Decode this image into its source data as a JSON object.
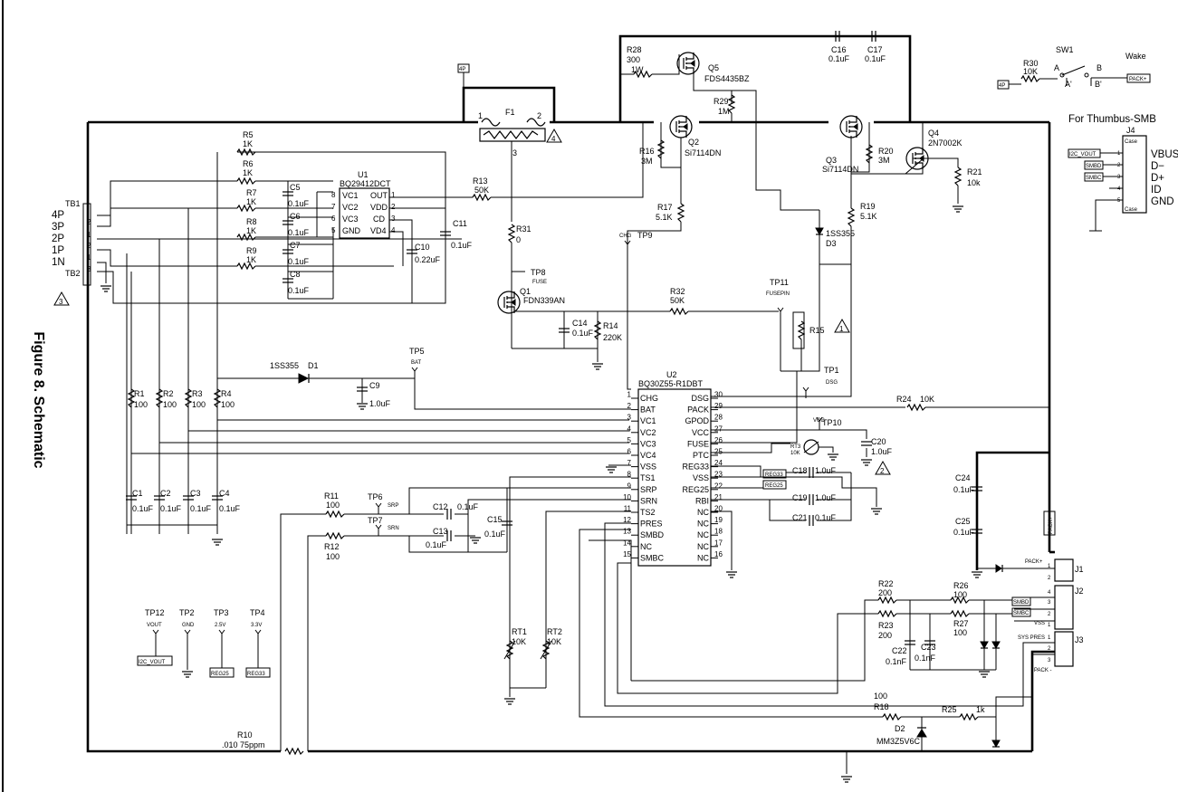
{
  "figure": {
    "title": "Figure 8. Schematic"
  },
  "header_right": {
    "wake": "Wake",
    "thumbus": "For Thumbus-SMB"
  },
  "colors": {
    "ink": "#000000",
    "paper": "#ffffff"
  },
  "comp": {
    "R1": {
      "ref": "R1",
      "val": "100"
    },
    "R2": {
      "ref": "R2",
      "val": "100"
    },
    "R3": {
      "ref": "R3",
      "val": "100"
    },
    "R4": {
      "ref": "R4",
      "val": "100"
    },
    "R5": {
      "ref": "R5",
      "val": "1K"
    },
    "R6": {
      "ref": "R6",
      "val": "1K"
    },
    "R7": {
      "ref": "R7",
      "val": "1K"
    },
    "R8": {
      "ref": "R8",
      "val": "1K"
    },
    "R9": {
      "ref": "R9",
      "val": "1K"
    },
    "R10": {
      "ref": "R10",
      "val": ".010 75ppm"
    },
    "R11": {
      "ref": "R11",
      "val": "100"
    },
    "R12": {
      "ref": "R12",
      "val": "100"
    },
    "R13": {
      "ref": "R13",
      "val": "50K"
    },
    "R14": {
      "ref": "R14",
      "val": "220K"
    },
    "R15": {
      "ref": "R15",
      "val": ""
    },
    "R16": {
      "ref": "R16",
      "val": "3M"
    },
    "R17": {
      "ref": "R17",
      "val": "5.1K"
    },
    "R18": {
      "ref": "R18",
      "val": "100"
    },
    "R19": {
      "ref": "R19",
      "val": "5.1K"
    },
    "R20": {
      "ref": "R20",
      "val": "3M"
    },
    "R21": {
      "ref": "R21",
      "val": "10k"
    },
    "R22": {
      "ref": "R22",
      "val": "200"
    },
    "R23": {
      "ref": "R23",
      "val": "200"
    },
    "R24": {
      "ref": "R24",
      "val": "10K"
    },
    "R25": {
      "ref": "R25",
      "val": "1k"
    },
    "R26": {
      "ref": "R26",
      "val": "100"
    },
    "R27": {
      "ref": "R27",
      "val": "100"
    },
    "R28": {
      "ref": "R28",
      "val": "300",
      "val2": "1W"
    },
    "R29": {
      "ref": "R29",
      "val": "1M"
    },
    "R30": {
      "ref": "R30",
      "val": "10K"
    },
    "R31": {
      "ref": "R31",
      "val": "0"
    },
    "R32": {
      "ref": "R32",
      "val": "50K"
    },
    "C1": {
      "ref": "C1",
      "val": "0.1uF"
    },
    "C2": {
      "ref": "C2",
      "val": "0.1uF"
    },
    "C3": {
      "ref": "C3",
      "val": "0.1uF"
    },
    "C4": {
      "ref": "C4",
      "val": "0.1uF"
    },
    "C5": {
      "ref": "C5",
      "val": "0.1uF"
    },
    "C6": {
      "ref": "C6",
      "val": "0.1uF"
    },
    "C7": {
      "ref": "C7",
      "val": "0.1uF"
    },
    "C8": {
      "ref": "C8",
      "val": "0.1uF"
    },
    "C9": {
      "ref": "C9",
      "val": "1.0uF"
    },
    "C10": {
      "ref": "C10",
      "val": "0.22uF"
    },
    "C11": {
      "ref": "C11",
      "val": "0.1uF"
    },
    "C12": {
      "ref": "C12",
      "val": "0.1uF"
    },
    "C13": {
      "ref": "C13",
      "val": "0.1uF"
    },
    "C14": {
      "ref": "C14",
      "val": "0.1uF"
    },
    "C15": {
      "ref": "C15",
      "val": "0.1uF"
    },
    "C16": {
      "ref": "C16",
      "val": "0.1uF"
    },
    "C17": {
      "ref": "C17",
      "val": "0.1uF"
    },
    "C18": {
      "ref": "C18",
      "val": "1.0uF"
    },
    "C19": {
      "ref": "C19",
      "val": "1.0uF"
    },
    "C20": {
      "ref": "C20",
      "val": "1.0uF"
    },
    "C21": {
      "ref": "C21",
      "val": "0.1uF"
    },
    "C22": {
      "ref": "C22",
      "val": "0.1nF"
    },
    "C23": {
      "ref": "C23",
      "val": "0.1nF"
    },
    "C24": {
      "ref": "C24",
      "val": "0.1uF"
    },
    "C25": {
      "ref": "C25",
      "val": "0.1uF"
    },
    "D1": {
      "ref": "D1",
      "val": "1SS355"
    },
    "D2": {
      "ref": "D2",
      "val": "MM3Z5V6C"
    },
    "D3": {
      "ref": "D3",
      "val": "1SS355"
    },
    "Q1": {
      "ref": "Q1",
      "val": "FDN339AN"
    },
    "Q2": {
      "ref": "Q2",
      "val": "Si7114DN"
    },
    "Q3": {
      "ref": "Q3",
      "val": "Si7114DN"
    },
    "Q4": {
      "ref": "Q4",
      "val": "2N7002K"
    },
    "Q5": {
      "ref": "Q5",
      "val": "FDS4435BZ"
    },
    "F1": {
      "ref": "F1"
    },
    "RT1": {
      "ref": "RT1",
      "val": "10K"
    },
    "RT2": {
      "ref": "RT2",
      "val": "10K"
    },
    "RT3": {
      "ref": "RT3",
      "val": "10K"
    },
    "SW1": {
      "ref": "SW1"
    },
    "U1": {
      "ref": "U1",
      "val": "BQ29412DCT"
    },
    "U2": {
      "ref": "U2",
      "val": "BQ30Z55-R1DBT"
    }
  },
  "u1_pins": [
    {
      "num": "8",
      "name": "VC1"
    },
    {
      "num": "7",
      "name": "VC2"
    },
    {
      "num": "6",
      "name": "VC3"
    },
    {
      "num": "5",
      "name": "GND"
    },
    {
      "num": "1",
      "name": "OUT"
    },
    {
      "num": "2",
      "name": "VDD"
    },
    {
      "num": "3",
      "name": "CD"
    },
    {
      "num": "4",
      "name": "VD4"
    }
  ],
  "u2_left": [
    {
      "num": "1",
      "name": "CHG"
    },
    {
      "num": "2",
      "name": "BAT"
    },
    {
      "num": "3",
      "name": "VC1"
    },
    {
      "num": "4",
      "name": "VC2"
    },
    {
      "num": "5",
      "name": "VC3"
    },
    {
      "num": "6",
      "name": "VC4"
    },
    {
      "num": "7",
      "name": "VSS"
    },
    {
      "num": "8",
      "name": "TS1"
    },
    {
      "num": "9",
      "name": "SRP"
    },
    {
      "num": "10",
      "name": "SRN"
    },
    {
      "num": "11",
      "name": "TS2"
    },
    {
      "num": "12",
      "name": "PRES"
    },
    {
      "num": "13",
      "name": "SMBD"
    },
    {
      "num": "14",
      "name": "NC"
    },
    {
      "num": "15",
      "name": "SMBC"
    }
  ],
  "u2_right": [
    {
      "num": "30",
      "name": "DSG"
    },
    {
      "num": "29",
      "name": "PACK"
    },
    {
      "num": "28",
      "name": "GPOD"
    },
    {
      "num": "27",
      "name": "VCC"
    },
    {
      "num": "26",
      "name": "FUSE"
    },
    {
      "num": "25",
      "name": "PTC"
    },
    {
      "num": "24",
      "name": "REG33"
    },
    {
      "num": "23",
      "name": "VSS"
    },
    {
      "num": "22",
      "name": "REG25"
    },
    {
      "num": "21",
      "name": "RBI"
    },
    {
      "num": "20",
      "name": "NC"
    },
    {
      "num": "19",
      "name": "NC"
    },
    {
      "num": "18",
      "name": "NC"
    },
    {
      "num": "17",
      "name": "NC"
    },
    {
      "num": "16",
      "name": "NC"
    }
  ],
  "tb": {
    "tb1": "TB1",
    "tb2": "TB2",
    "p4": "4P",
    "p3": "3P",
    "p2": "2P",
    "p1": "1P",
    "n1": "1N",
    "pin2a": "2",
    "pin1a": "1",
    "pin2b": "2",
    "pin1b": "1",
    "pin3b": "3"
  },
  "tp": {
    "tp1": "TP1",
    "tp1n": "DSG",
    "tp2": "TP2",
    "tp2n": "GND",
    "tp3": "TP3",
    "tp3n": "2.5V",
    "tp4": "TP4",
    "tp4n": "3.3V",
    "tp5": "TP5",
    "tp5n": "BAT",
    "tp6": "TP6",
    "tp6n": "SRP",
    "tp7": "TP7",
    "tp7n": "SRN",
    "tp8": "TP8",
    "tp8n": "FUSE",
    "tp9": "TP9",
    "tp9n": "CHG",
    "tp10": "TP10",
    "tp10n": "VCC",
    "tp11": "TP11",
    "tp11n": "FUSEPIN",
    "tp12": "TP12",
    "tp12n": "VOUT"
  },
  "nets": {
    "i2c_vout": "I2C_VOUT",
    "smbd": "SMBD",
    "smbc": "SMBC",
    "reg25": "REG25",
    "reg33": "REG33",
    "packp": "PACK+",
    "packm": "PACK -",
    "vss": "VSS",
    "syspres": "SYS PRES",
    "p4": "4P"
  },
  "conn": {
    "j1": "J1",
    "j2": "J2",
    "j3": "J3",
    "j4": "J4",
    "vbus": "VBUS",
    "dm": "D−",
    "dp": "D+",
    "id": "ID",
    "gnd": "GND",
    "case": "Case",
    "p1": "1",
    "p2": "2",
    "p3": "3",
    "p4": "4",
    "p5": "5"
  },
  "sw": {
    "a": "A",
    "ap": "A'",
    "b": "B",
    "bp": "B'"
  },
  "fuse_pins": {
    "p1": "1",
    "p2": "2",
    "p3": "3"
  },
  "notes": {
    "n1": "1",
    "n2": "2",
    "n3": "3",
    "n4": "4"
  }
}
